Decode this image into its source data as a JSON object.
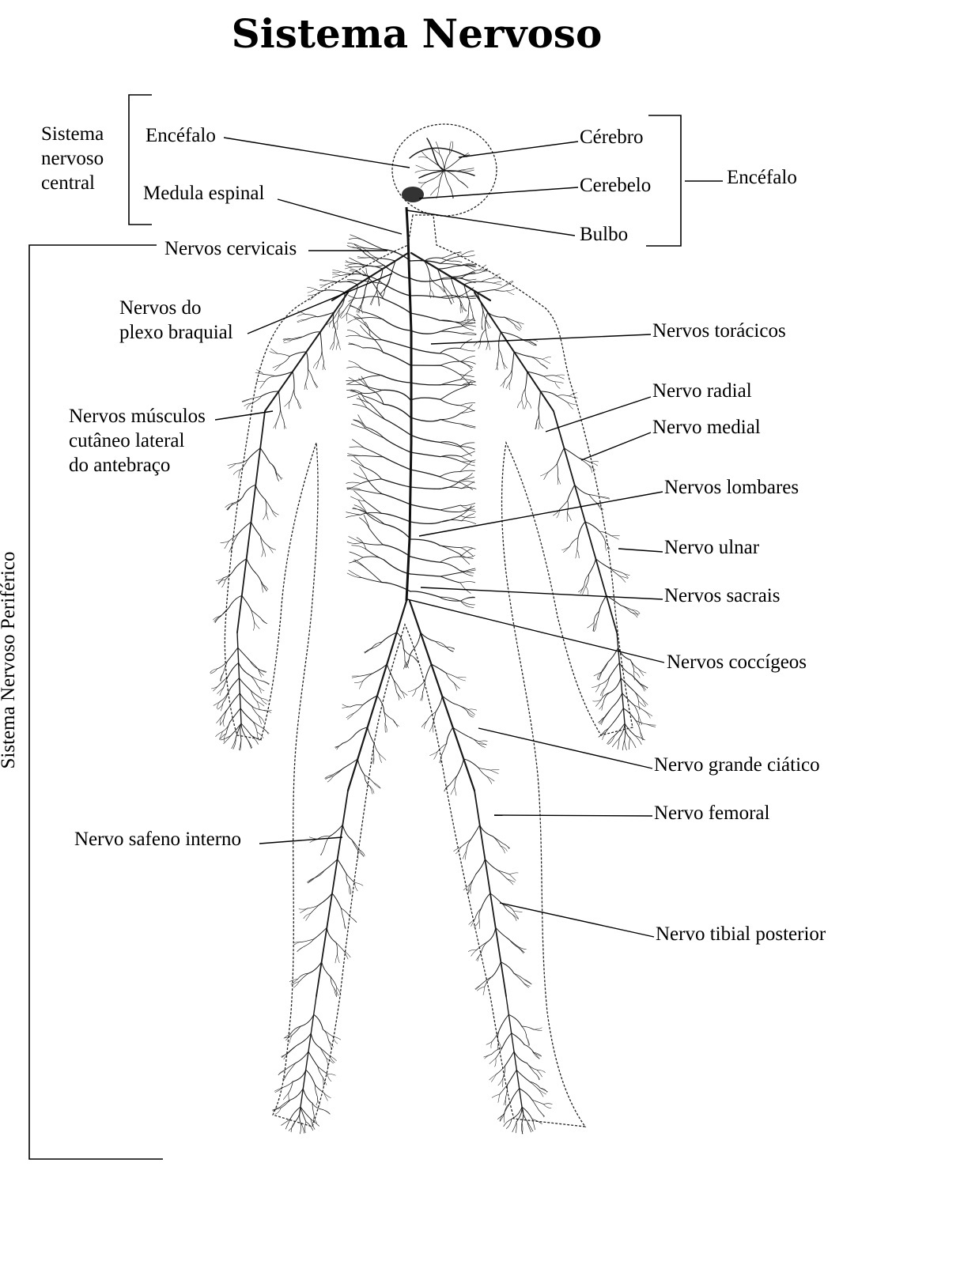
{
  "title": "Sistema Nervoso",
  "groups": {
    "central_line1": "Sistema",
    "central_line2": "nervoso",
    "central_line3": "central",
    "encefalo_group": "Encéfalo",
    "peripheral": "Sistema Nervoso Periférico"
  },
  "labels": {
    "encefalo": "Encéfalo",
    "medula": "Medula espinal",
    "cerebro": "Cérebro",
    "cerebelo": "Cerebelo",
    "bulbo": "Bulbo",
    "cervicais": "Nervos cervicais",
    "plexo_1": "Nervos do",
    "plexo_2": "plexo braquial",
    "toracicos": "Nervos torácicos",
    "radial": "Nervo radial",
    "medial": "Nervo medial",
    "musculo_1": "Nervos músculos",
    "musculo_2": "cutâneo lateral",
    "musculo_3": "do antebraço",
    "lombares": "Nervos lombares",
    "ulnar": "Nervo ulnar",
    "sacrais": "Nervos sacrais",
    "coccigeos": "Nervos coccígeos",
    "ciatico": "Nervo grande ciático",
    "femoral": "Nervo femoral",
    "safeno": "Nervo safeno interno",
    "tibial": "Nervo tibial posterior"
  }
}
